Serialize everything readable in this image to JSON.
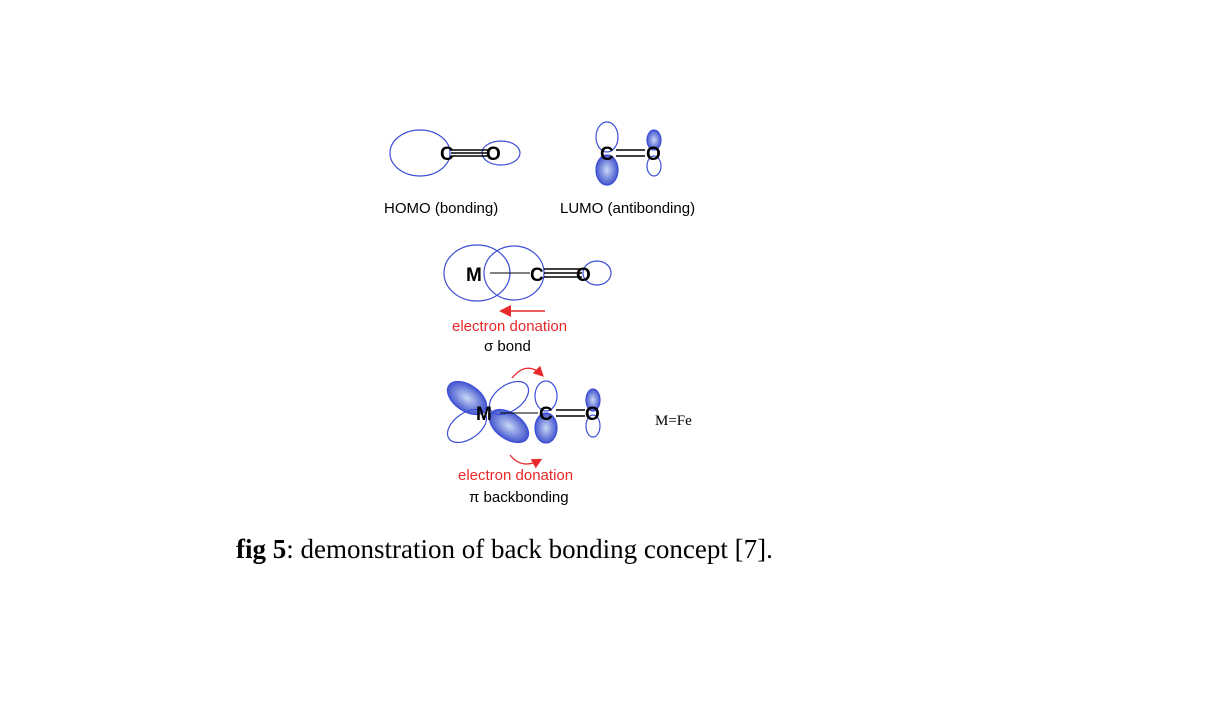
{
  "colors": {
    "orbital_outline": "#3d4fd6",
    "orbital_fill_dark": "#2a3cc8",
    "orbital_fill_light": "#c9d8f5",
    "arrow_red": "#e8282a",
    "text": "#000000"
  },
  "diagram": {
    "homo": {
      "label": "HOMO (bonding)",
      "atom_c": "C",
      "atom_o": "O"
    },
    "lumo": {
      "label": "LUMO (antibonding)",
      "atom_c": "C",
      "atom_o": "O"
    },
    "sigma": {
      "atom_m": "M",
      "atom_c": "C",
      "atom_o": "O",
      "donation_label": "electron donation",
      "bond_label": "σ bond"
    },
    "pi": {
      "atom_m": "M",
      "atom_c": "C",
      "atom_o": "O",
      "donation_label": "electron donation",
      "bond_label": "π backbonding"
    },
    "metal_note": "M=Fe"
  },
  "caption": {
    "prefix": "fig 5",
    "text": ": demonstration of back bonding concept [7]."
  }
}
